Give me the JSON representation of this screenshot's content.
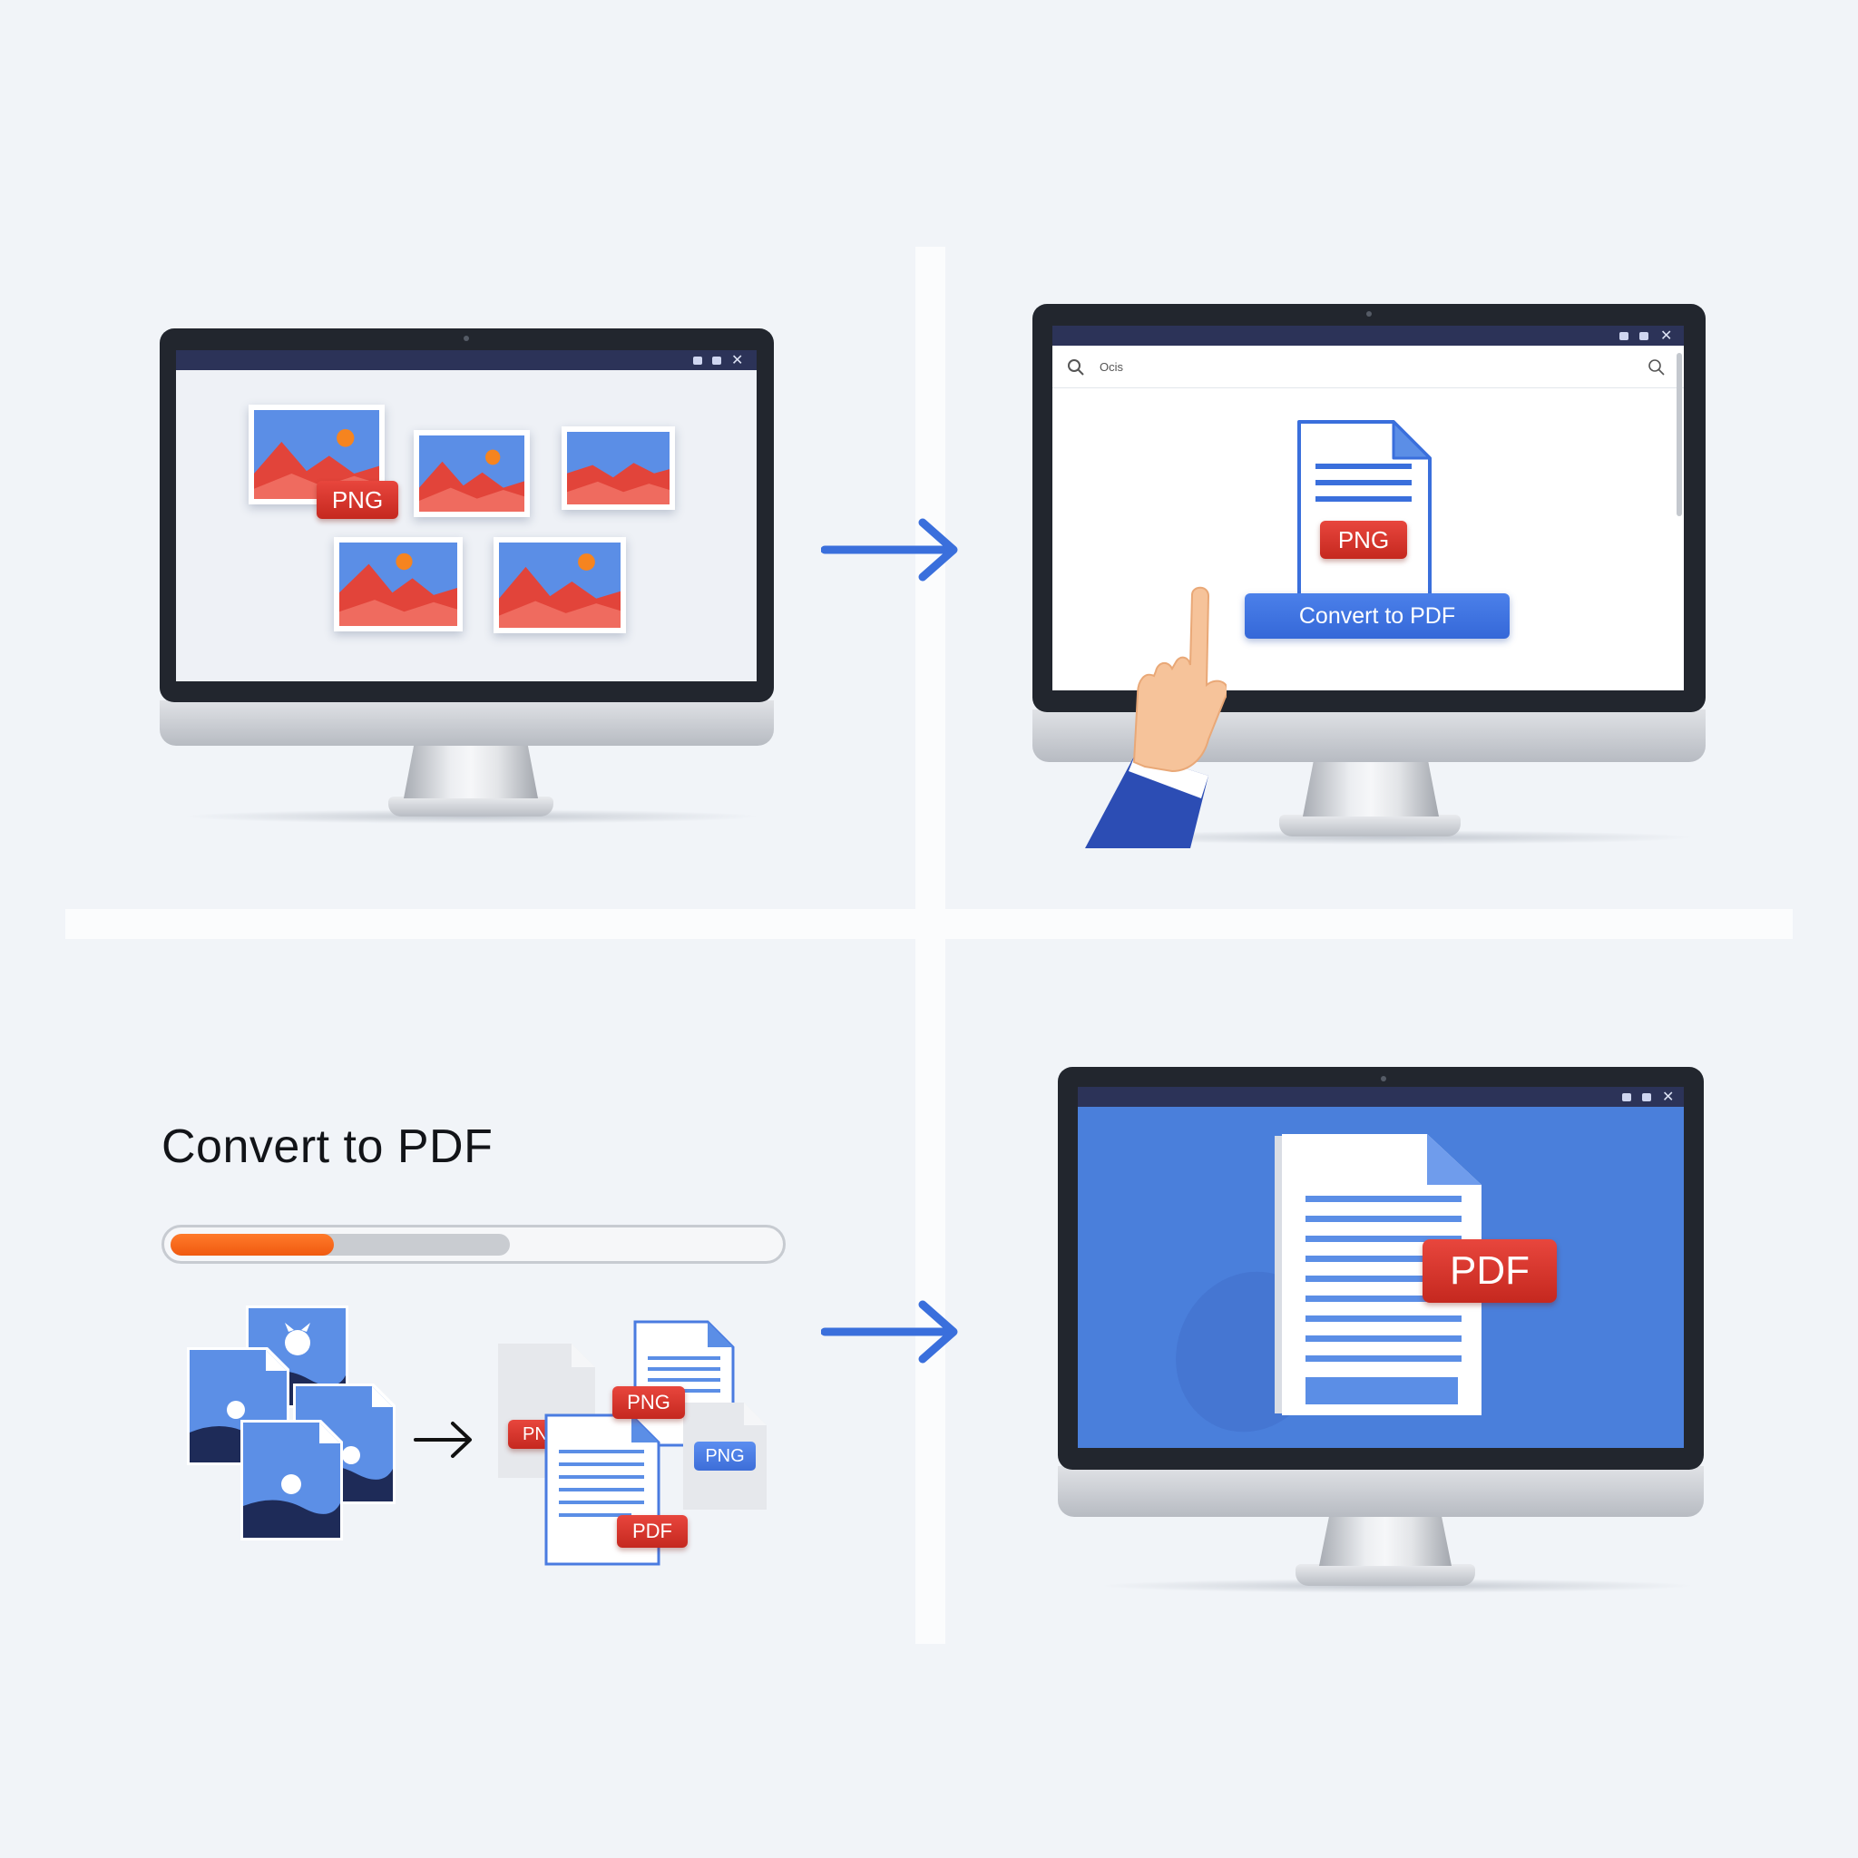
{
  "panel_top_left": {
    "badge": "PNG",
    "photo_count": 5
  },
  "panel_top_right": {
    "search_text": "Ocis",
    "file_badge": "PNG",
    "convert_button": "Convert to PDF"
  },
  "panel_bottom_left": {
    "title": "Convert to PDF",
    "progress_fraction": 0.27,
    "progress_buffer_fraction": 0.56,
    "badges": {
      "png_top": "PNG",
      "png_side": "PNG",
      "pdf": "PDF",
      "partial": "PN"
    }
  },
  "panel_bottom_right": {
    "doc_badge": "PDF"
  },
  "colors": {
    "accent_blue": "#3a6fdc",
    "badge_red": "#d8352c",
    "progress_orange": "#f26618",
    "screen_blue": "#4a7fdb"
  },
  "icons": [
    "arrow-right-icon",
    "search-icon",
    "close-icon",
    "pointing-hand-icon",
    "image-file-icon",
    "document-icon"
  ]
}
